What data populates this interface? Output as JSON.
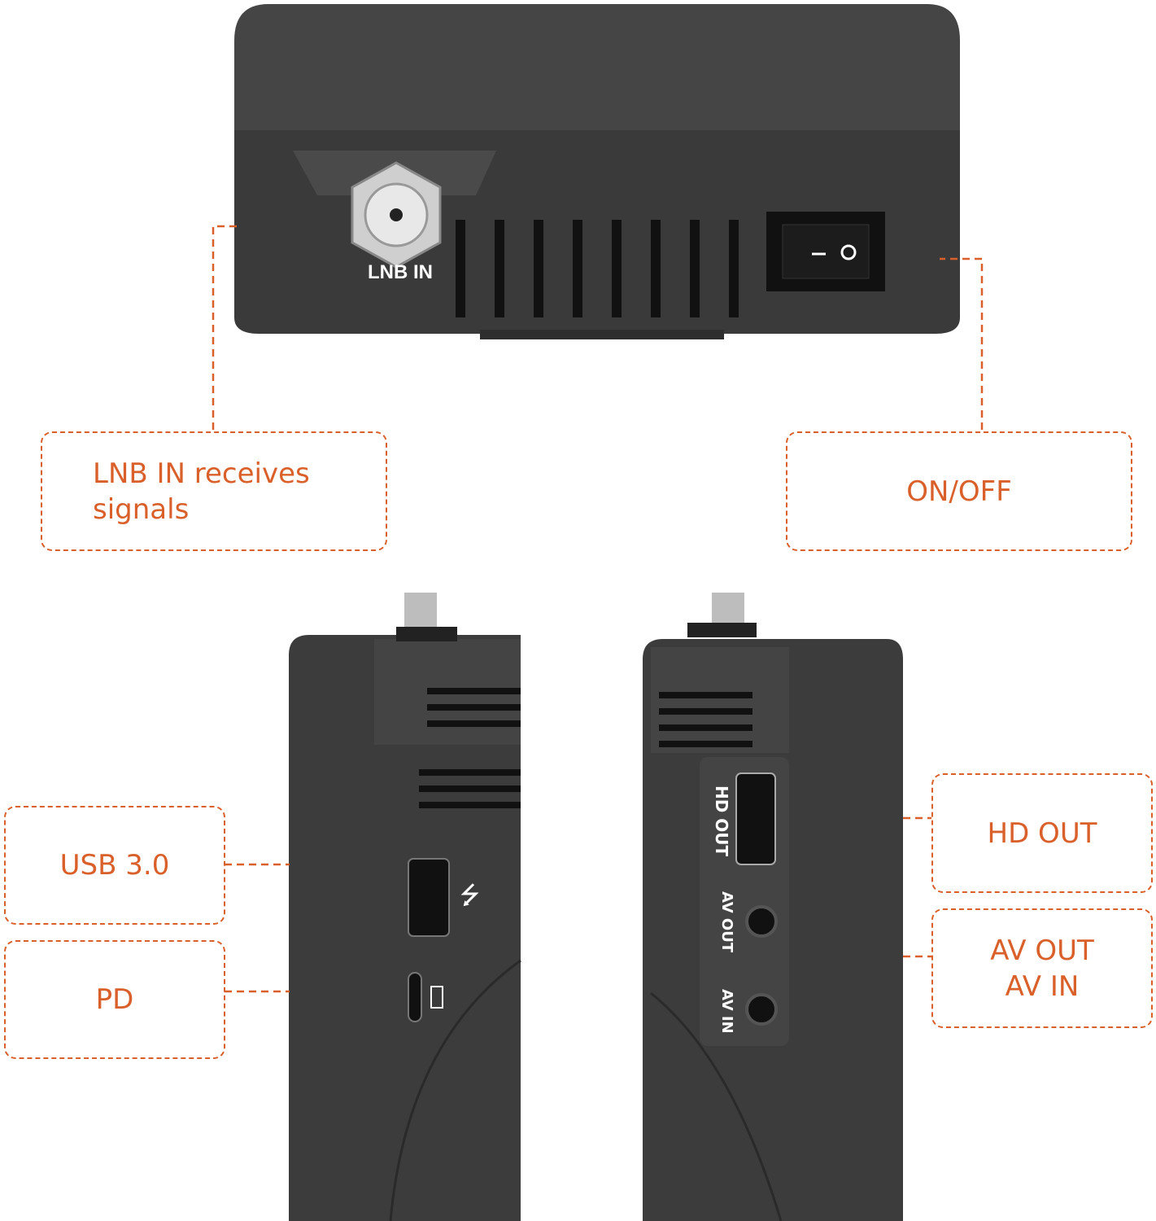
{
  "accent_color": "#d9602a",
  "device_color": "#3e3e3e",
  "device_labels": {
    "lnb_in": "LNB IN",
    "hd_out": "HD OUT",
    "av_out": "AV OUT",
    "av_in": "AV IN"
  },
  "callouts": {
    "lnb": "LNB IN receives\nsignals",
    "power": "ON/OFF",
    "usb": "USB 3.0",
    "pd": "PD",
    "hd_out": "HD OUT",
    "av": "AV OUT\nAV IN"
  }
}
